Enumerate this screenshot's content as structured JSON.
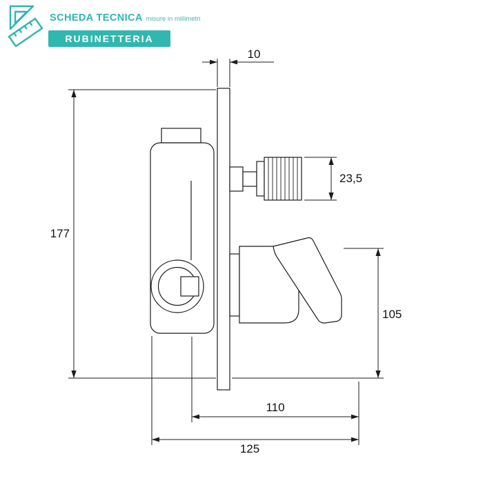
{
  "header": {
    "title": "SCHEDA TECNICA",
    "subtitle": "misure in millimetri",
    "brand": "RUBINETTERIA",
    "accent_color": "#30b7b0"
  },
  "diagram": {
    "type": "technical-drawing",
    "subject": "concealed shower mixer side view",
    "dimensions": {
      "plate_thickness": "10",
      "overall_height": "177",
      "knob_height": "23,5",
      "handle_height": "105",
      "projection_inner": "110",
      "projection_total": "125"
    }
  }
}
